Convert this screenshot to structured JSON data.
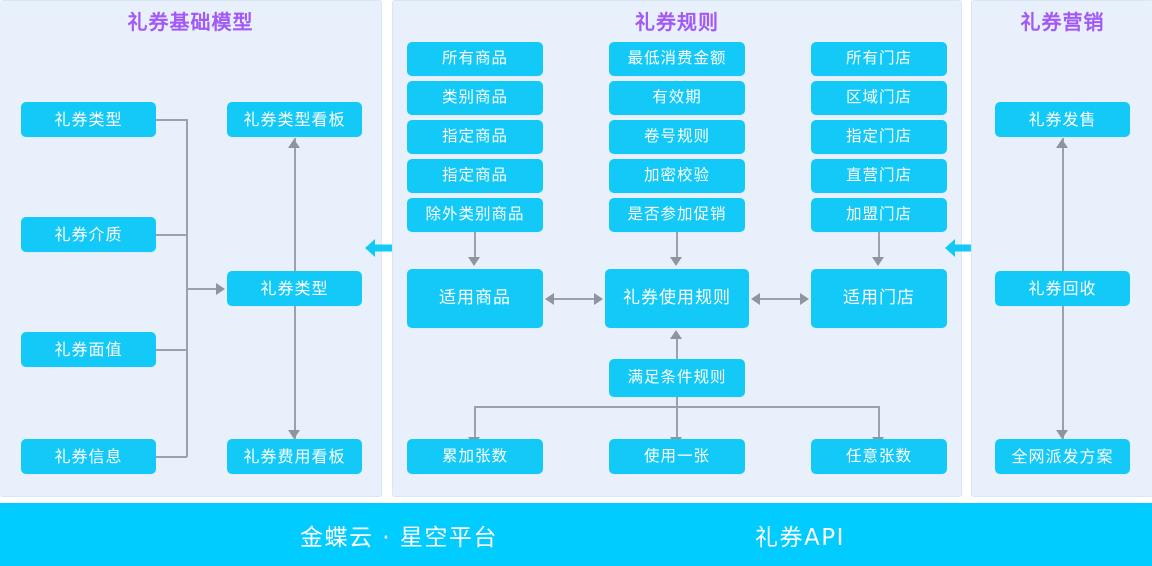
{
  "panels": {
    "base": {
      "title": "礼券基础模型"
    },
    "rules": {
      "title": "礼券规则"
    },
    "mkt": {
      "title": "礼券营销"
    }
  },
  "base_model": {
    "left_column": [
      {
        "label": "礼券类型"
      },
      {
        "label": "礼券介质"
      },
      {
        "label": "礼券面值"
      },
      {
        "label": "礼券信息"
      }
    ],
    "right_column": [
      {
        "label": "礼券类型看板"
      },
      {
        "label": "礼券类型"
      },
      {
        "label": "礼券费用看板"
      }
    ]
  },
  "rules": {
    "goods_column": [
      {
        "label": "所有商品"
      },
      {
        "label": "类别商品"
      },
      {
        "label": "指定商品"
      },
      {
        "label": "指定商品"
      },
      {
        "label": "除外类别商品"
      }
    ],
    "rule_column": [
      {
        "label": "最低消费金额"
      },
      {
        "label": "有效期"
      },
      {
        "label": "卷号规则"
      },
      {
        "label": "加密校验"
      },
      {
        "label": "是否参加促销"
      }
    ],
    "store_column": [
      {
        "label": "所有门店"
      },
      {
        "label": "区域门店"
      },
      {
        "label": "指定门店"
      },
      {
        "label": "直营门店"
      },
      {
        "label": "加盟门店"
      }
    ],
    "summary": {
      "goods": "适用商品",
      "usage": "礼券使用规则",
      "stores": "适用门店"
    },
    "condition": {
      "label": "满足条件规则"
    },
    "condition_children": [
      {
        "label": "累加张数"
      },
      {
        "label": "使用一张"
      },
      {
        "label": "任意张数"
      }
    ]
  },
  "marketing": {
    "nodes": [
      {
        "label": "礼券发售"
      },
      {
        "label": "礼券回收"
      },
      {
        "label": "全网派发方案"
      }
    ]
  },
  "bottom_bar": {
    "platform": "金蝶云 · 星空平台",
    "api": "礼券API"
  },
  "colors": {
    "node_fill": "#12c9f7",
    "panel_bg": "#e8f1fb",
    "title_purple": "#a259f7",
    "bar_cyan": "#00ccff",
    "connector_gray": "#9aa3ab"
  },
  "icons": {
    "panel_link_left": "bidirectional-arrow-icon",
    "panel_link_right": "bidirectional-arrow-icon"
  }
}
